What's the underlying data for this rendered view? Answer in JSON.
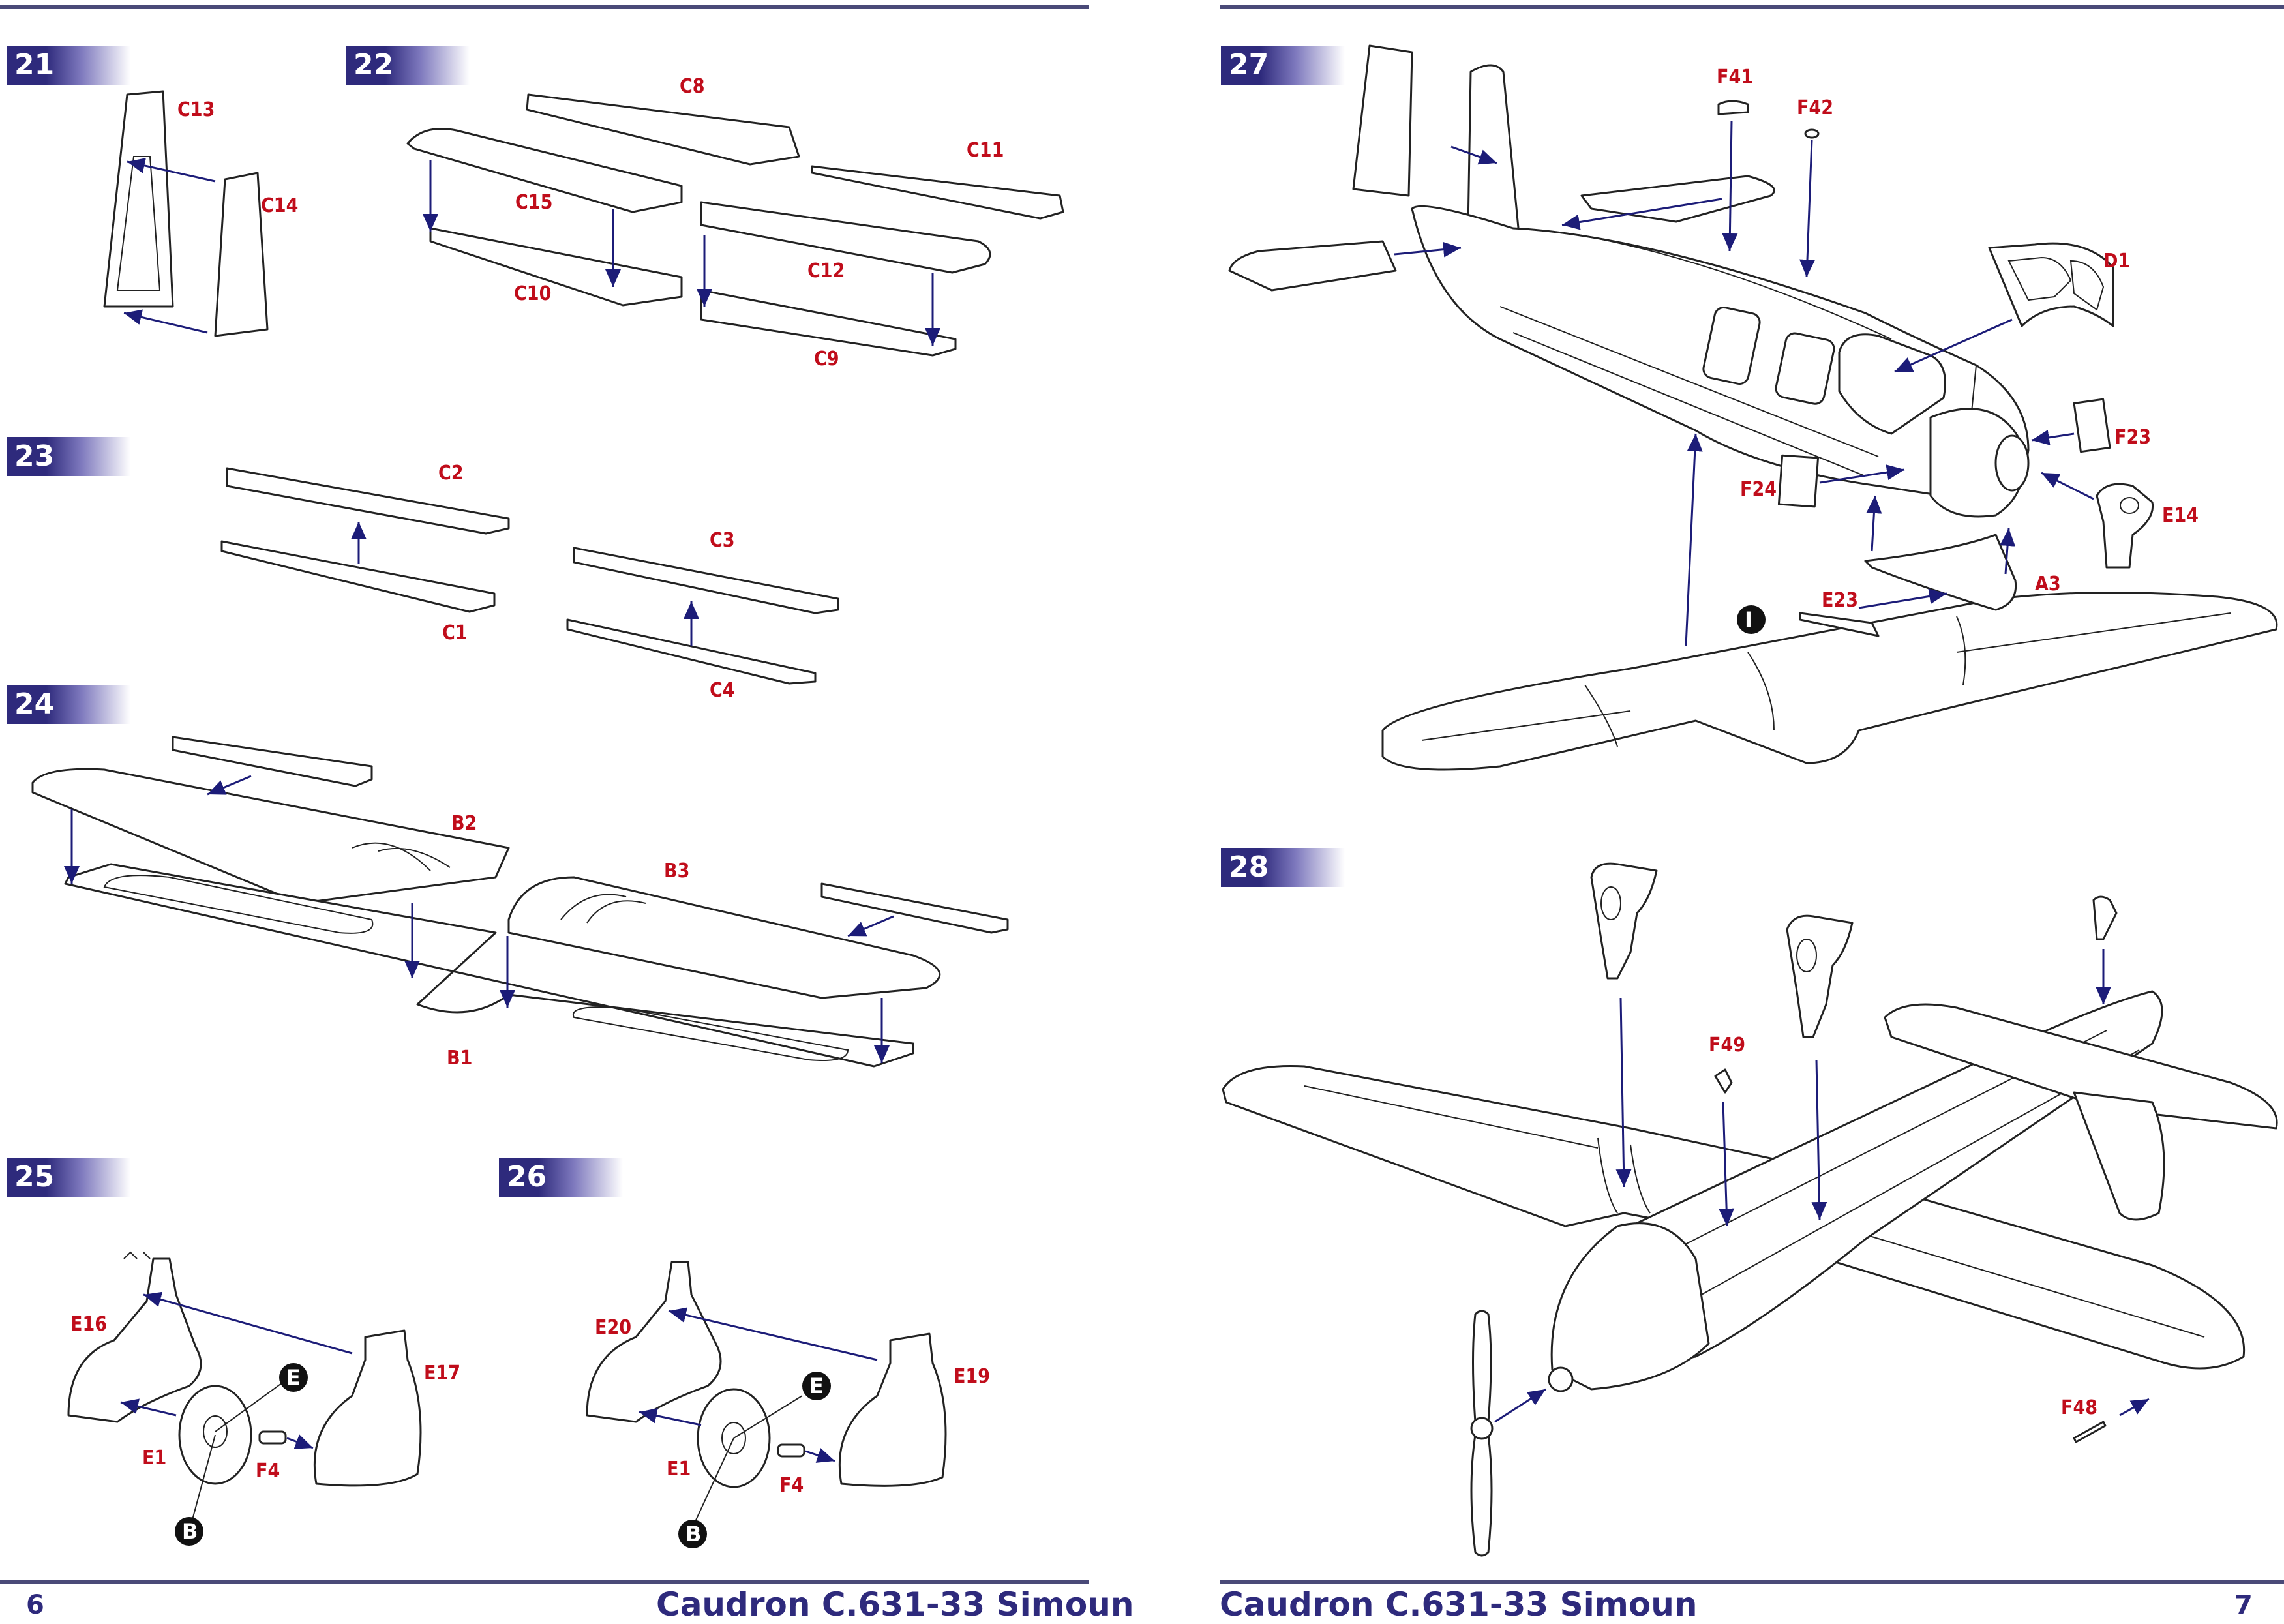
{
  "pages": {
    "left": {
      "number": "6",
      "title": "Caudron C.631-33 Simoun"
    },
    "right": {
      "number": "7",
      "title": "Caudron C.631-33 Simoun"
    }
  },
  "steps": [
    {
      "number": "21",
      "parts": [
        "C13",
        "C14"
      ]
    },
    {
      "number": "22",
      "parts": [
        "C8",
        "C11",
        "C15",
        "C12",
        "C10",
        "C9"
      ]
    },
    {
      "number": "23",
      "parts": [
        "C2",
        "C1",
        "C3",
        "C4"
      ]
    },
    {
      "number": "24",
      "parts": [
        "B2",
        "B3",
        "B1"
      ]
    },
    {
      "number": "25",
      "parts": [
        "E16",
        "E17",
        "E1",
        "F4"
      ],
      "markers": [
        "E",
        "B"
      ]
    },
    {
      "number": "26",
      "parts": [
        "E20",
        "E19",
        "E1",
        "F4"
      ],
      "markers": [
        "E",
        "B"
      ]
    },
    {
      "number": "27",
      "parts": [
        "F41",
        "F42",
        "D1",
        "F23",
        "F24",
        "E14",
        "A3",
        "E23"
      ],
      "markers": [
        "I"
      ]
    },
    {
      "number": "28",
      "parts": [
        "F49",
        "F48"
      ]
    }
  ],
  "colors": {
    "accent": "#2e2a7c",
    "label_red": "#c00d1b",
    "rule": "#4a4a78",
    "arrow": "#1c1c78"
  }
}
